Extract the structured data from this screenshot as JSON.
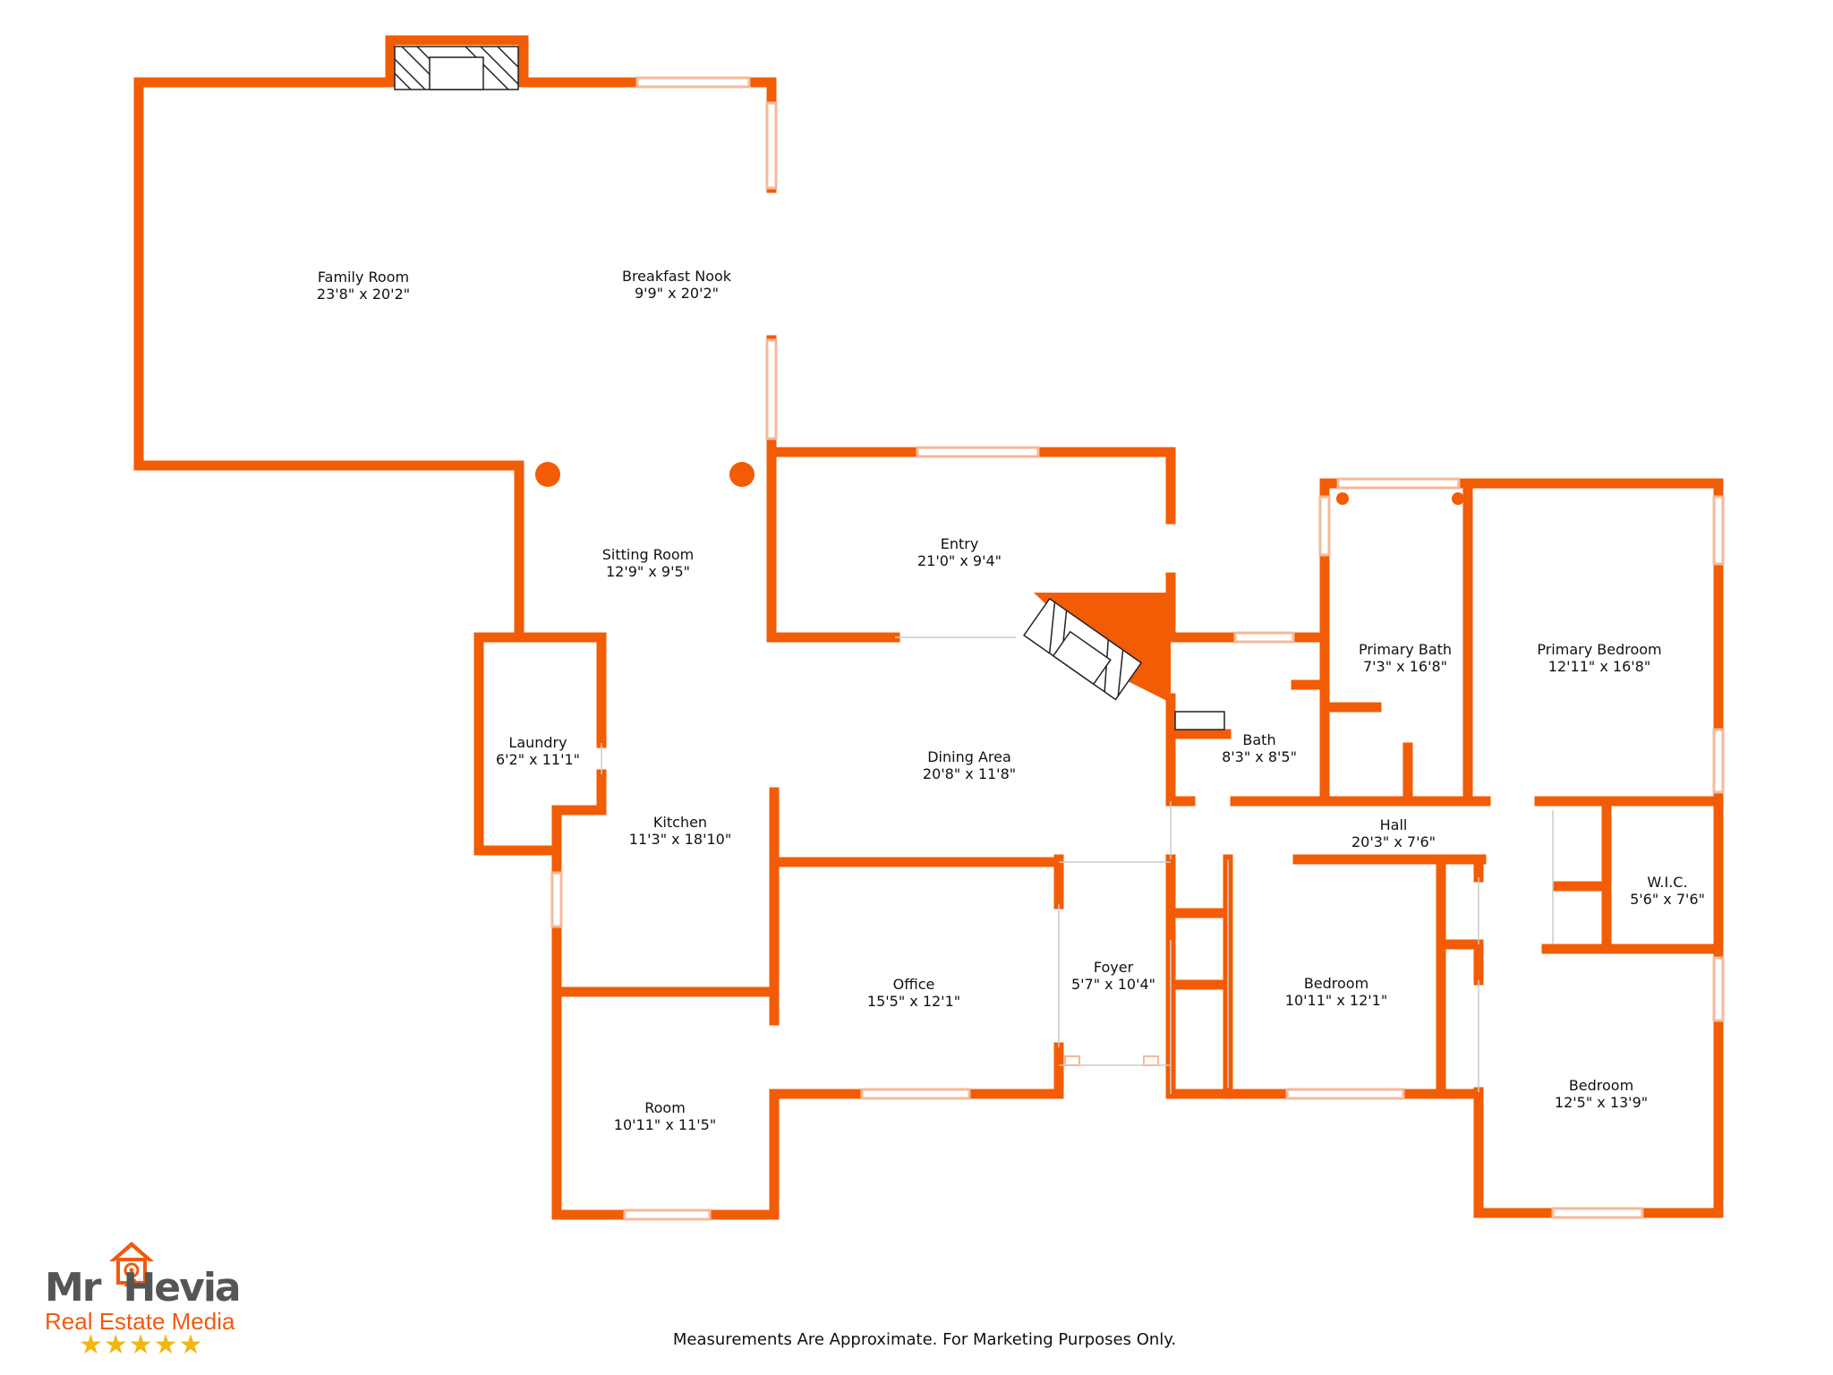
{
  "plan": {
    "wall_color": "#f25c05",
    "window_color": "#f4b99a",
    "background": "#ffffff",
    "rooms": [
      {
        "name": "Family Room",
        "dims": "23'8\" x 20'2\""
      },
      {
        "name": "Breakfast Nook",
        "dims": "9'9\" x 20'2\""
      },
      {
        "name": "Sitting Room",
        "dims": "12'9\" x 9'5\""
      },
      {
        "name": "Entry",
        "dims": "21'0\" x 9'4\""
      },
      {
        "name": "Laundry",
        "dims": "6'2\" x 11'1\""
      },
      {
        "name": "Kitchen",
        "dims": "11'3\" x 18'10\""
      },
      {
        "name": "Dining Area",
        "dims": "20'8\" x 11'8\""
      },
      {
        "name": "Bath",
        "dims": "8'3\" x 8'5\""
      },
      {
        "name": "Primary Bath",
        "dims": "7'3\" x 16'8\""
      },
      {
        "name": "Primary Bedroom",
        "dims": "12'11\" x 16'8\""
      },
      {
        "name": "Hall",
        "dims": "20'3\" x 7'6\""
      },
      {
        "name": "W.I.C.",
        "dims": "5'6\" x 7'6\""
      },
      {
        "name": "Office",
        "dims": "15'5\" x 12'1\""
      },
      {
        "name": "Foyer",
        "dims": "5'7\" x 10'4\""
      },
      {
        "name": "Bedroom",
        "dims": "10'11\" x 12'1\""
      },
      {
        "name": "Bedroom",
        "dims": "12'5\" x 13'9\""
      },
      {
        "name": "Room",
        "dims": "10'11\" x 11'5\""
      }
    ]
  },
  "footer": {
    "disclaimer": "Measurements Are Approximate. For Marketing Purposes Only."
  },
  "logo": {
    "name_mr": "Mr",
    "name_hevia": "Hevia",
    "tagline": "Real Estate Media",
    "stars": "★★★★★",
    "icon": "house-camera-icon",
    "brand_orange": "#f05a10",
    "brand_gray": "#555555",
    "star_color": "#f3b50f"
  }
}
